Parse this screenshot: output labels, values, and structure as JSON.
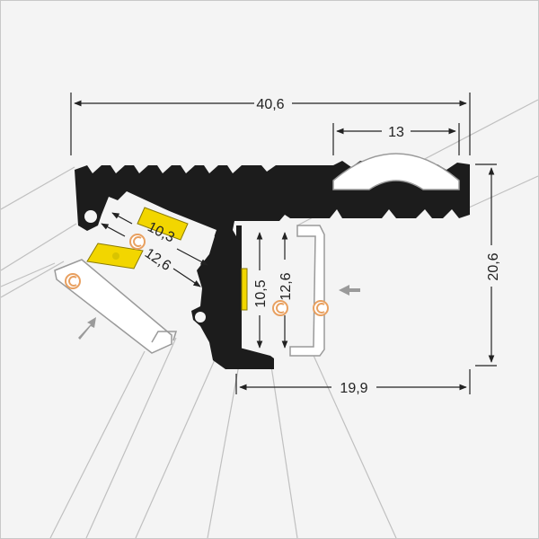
{
  "dimensions": {
    "total_width": "40,6",
    "lens_width": "13",
    "total_height": "20,6",
    "base_width": "19,9",
    "strip_width_angled": "10,3",
    "inner_width_angled": "12,6",
    "strip_width_vertical": "10,5",
    "inner_width_vertical": "12,6"
  },
  "colors": {
    "profile": "#1c1c1c",
    "led_strip": "#f2d600",
    "diffuser": "#ffffff",
    "diffuser_stroke": "#9a9a9a",
    "background": "#f4f4f4",
    "arrow": "#9a9a9a",
    "led_chip": "#e8a060"
  },
  "icons": [
    "led-chip-icon",
    "insertion-arrow-icon"
  ]
}
